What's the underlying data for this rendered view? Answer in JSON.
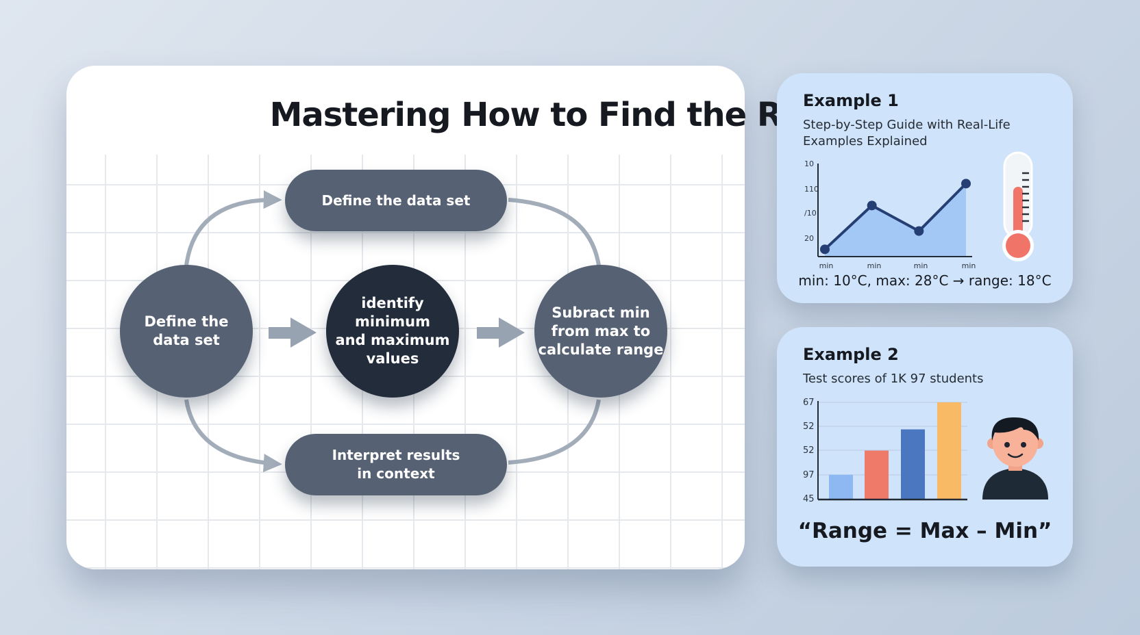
{
  "title": "Mastering How to Find the Range",
  "flow": {
    "top": "Define the data set",
    "left": "Define the\ndata set",
    "center": "identify minimum\nand maximum\nvalues",
    "right": "Subract min\nfrom max to\ncalculate range",
    "bottom": "Interpret results\nin context"
  },
  "example1": {
    "title": "Example 1",
    "subtitle": "Step-by-Step Guide with Real-Life\nExamples Explained",
    "caption": "min: 10°C, max: 28°C → range: 18°C",
    "icon": "thermometer-icon",
    "chart_data": {
      "type": "area",
      "y_ticks": [
        "10",
        "110",
        "/10",
        "20"
      ],
      "x_ticks": [
        "min",
        "min",
        "min",
        "min"
      ],
      "values": [
        10,
        22,
        15,
        28
      ],
      "ylim": [
        8,
        32
      ]
    }
  },
  "example2": {
    "title": "Example 2",
    "subtitle": "Test scores of 1K 97 students",
    "formula": "“Range = Max – Min”",
    "icon": "student-avatar-icon",
    "chart_data": {
      "type": "bar",
      "y_ticks": [
        "67",
        "52",
        "52",
        "97",
        "45"
      ],
      "values": [
        25,
        50,
        72,
        100
      ],
      "ylim": [
        0,
        100
      ],
      "colors": [
        "#8db8f2",
        "#f07a6a",
        "#4b77c0",
        "#f8ba64"
      ]
    }
  }
}
